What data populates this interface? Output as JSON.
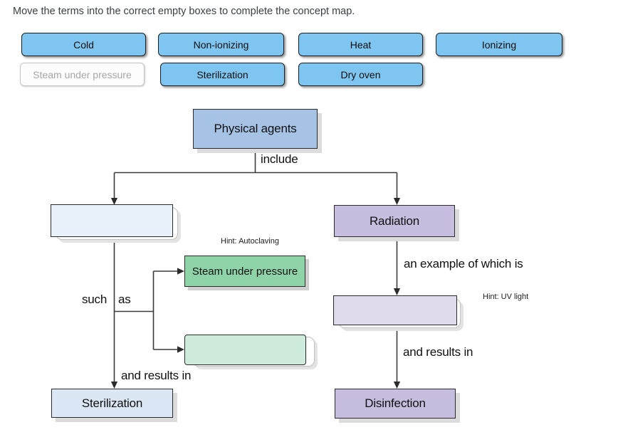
{
  "instruction": "Move the terms into the correct empty boxes to complete the concept map.",
  "term_bank": {
    "terms": [
      {
        "label": "Cold",
        "state": "available"
      },
      {
        "label": "Non-ionizing",
        "state": "available"
      },
      {
        "label": "Heat",
        "state": "available"
      },
      {
        "label": "Ionizing",
        "state": "available"
      },
      {
        "label": "Steam under pressure",
        "state": "used"
      },
      {
        "label": "Sterilization",
        "state": "available"
      },
      {
        "label": "Dry oven",
        "state": "available"
      }
    ]
  },
  "concept_map": {
    "root_label": "Physical agents",
    "edge_labels": {
      "include": "include",
      "such": "such",
      "as": "as",
      "results_left": "and results in",
      "example": "an example of which is",
      "results_right": "and results in"
    },
    "filled_nodes": {
      "radiation": "Radiation",
      "steam_under_pressure": "Steam under pressure",
      "sterilization": "Sterilization",
      "disinfection": "Disinfection"
    },
    "empty_nodes": [
      "left-branch",
      "such-as-second",
      "radiation-example"
    ],
    "hints": {
      "autoclaving": "Hint: Autoclaving",
      "uv_light": "Hint: UV light"
    }
  },
  "colors": {
    "chip_blue": "#7ec6f1",
    "node_blue": "#a6c3e6",
    "node_purple": "#c7bddf",
    "node_lightblue": "#dbe7f5",
    "node_green": "#8fd4a9",
    "empty_blue": "#e9f1fa",
    "empty_green": "#cfebdc",
    "empty_purple": "#dedaec",
    "line": "#3a3a3a"
  }
}
